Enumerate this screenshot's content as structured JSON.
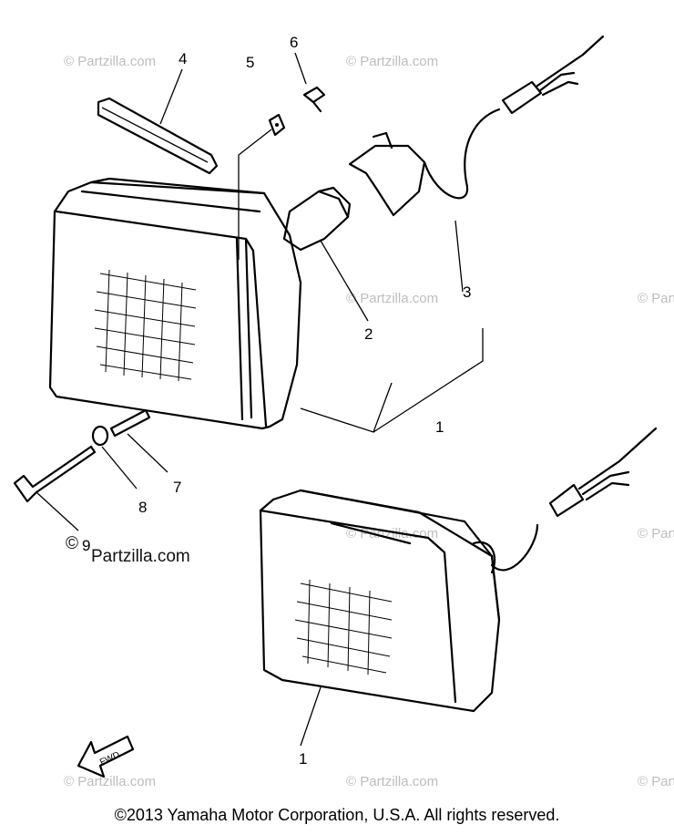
{
  "callouts": {
    "p1a": "1",
    "p1b": "1",
    "p2": "2",
    "p3": "3",
    "p4": "4",
    "p5": "5",
    "p6": "6",
    "p7": "7",
    "p8": "8",
    "p9": "9"
  },
  "watermark": {
    "text": "© Partzilla.com",
    "brand": "Partzilla.com"
  },
  "fwd_label": "FWD",
  "copyright": "©2013  Yamaha Motor Corporation, U.S.A. All rights reserved."
}
